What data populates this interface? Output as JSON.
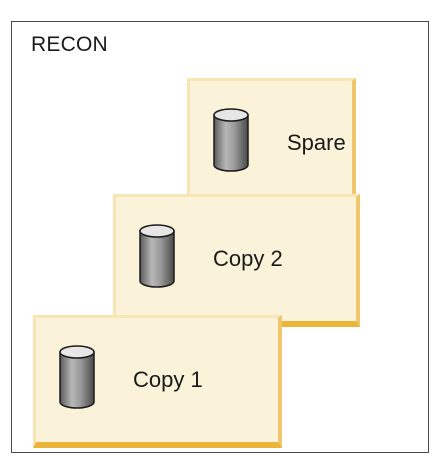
{
  "container": {
    "title": "RECON"
  },
  "cards": [
    {
      "label": "Spare",
      "icon": "database-cylinder-icon"
    },
    {
      "label": "Copy 2",
      "icon": "database-cylinder-icon"
    },
    {
      "label": "Copy 1",
      "icon": "database-cylinder-icon"
    }
  ],
  "colors": {
    "card_fill": "#fbf3d9",
    "card_shadow": "#ebb53a",
    "frame_border": "#4a4a4a",
    "cylinder_gray": "#8c8c8c"
  }
}
